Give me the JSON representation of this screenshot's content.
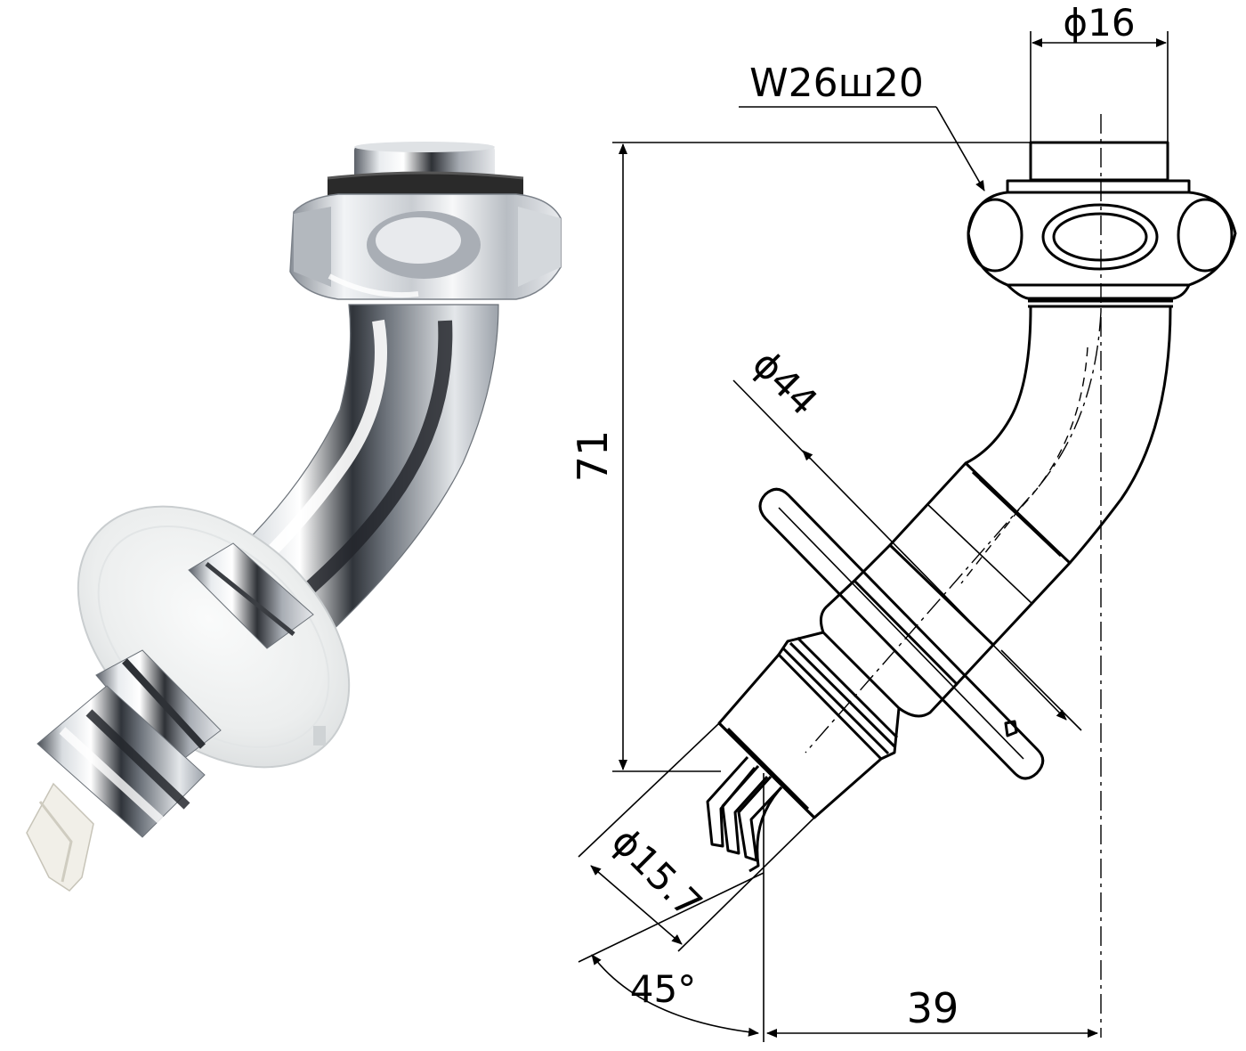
{
  "figure": {
    "product": "45° elbow wall faucet spout fitting",
    "photo": {
      "description": "Chrome elbow fitting with hex nut, black rubber washer and translucent wall flange"
    },
    "drawing": {
      "labels": {
        "thread_callout": "W26ш20",
        "top_diameter": "ϕ16",
        "height": "71",
        "flange_diameter": "ϕ44",
        "inlet_diameter": "ϕ15.7",
        "angle": "45°",
        "width": "39"
      }
    }
  },
  "colors": {
    "line": "#000000",
    "chrome_dark": "#3a3d42",
    "chrome_mid": "#9aa0a8",
    "chrome_light": "#f4f6f8",
    "washer": "#2a2a2a",
    "flange": "#eef0f0"
  }
}
